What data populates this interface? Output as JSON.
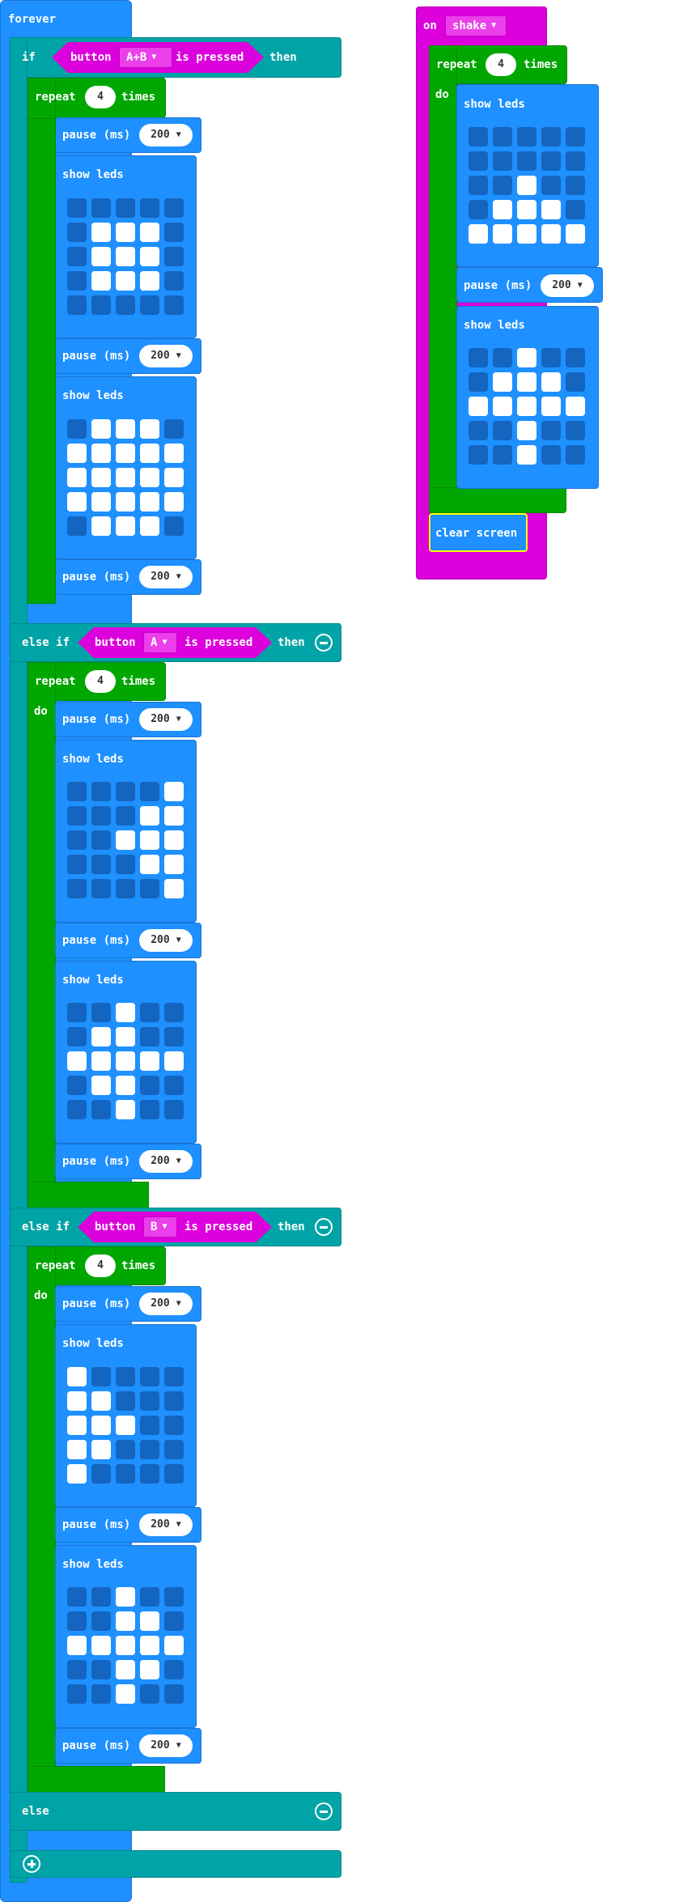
{
  "forever": {
    "label": "forever"
  },
  "on_shake": {
    "on_label": "on",
    "gesture": "shake"
  },
  "if_block": {
    "if_label": "if",
    "else_if_label": "else if",
    "else_label": "else",
    "then_label": "then"
  },
  "button_cond": {
    "prefix": "button",
    "suffix": "is pressed",
    "ab": "A+B",
    "a": "A",
    "b": "B"
  },
  "repeat": {
    "label": "repeat",
    "times_label": "times",
    "do_label": "do",
    "count": "4"
  },
  "pause": {
    "label": "pause (ms)",
    "value": "200"
  },
  "show_leds": {
    "label": "show leds"
  },
  "clear_screen": {
    "label": "clear screen"
  },
  "colors": {
    "loops": "#1e90ff",
    "logic": "#00a4a6",
    "repeat": "#00a700",
    "input": "#dc00dc",
    "led_off": "#1465c0",
    "led_on": "#ffffff",
    "selected": "#ffff00"
  },
  "icons": {
    "dropdown": "caret-down-icon",
    "remove": "minus-circle-icon",
    "add": "plus-circle-icon"
  },
  "led_patterns": {
    "ab_1": [
      "00000",
      "01110",
      "01110",
      "01110",
      "00000"
    ],
    "ab_2": [
      "01110",
      "11111",
      "11111",
      "11111",
      "01110"
    ],
    "a_1": [
      "00001",
      "00011",
      "00111",
      "00011",
      "00001"
    ],
    "a_2": [
      "00100",
      "01100",
      "11111",
      "01100",
      "00100"
    ],
    "b_1": [
      "10000",
      "11000",
      "11100",
      "11000",
      "10000"
    ],
    "b_2": [
      "00100",
      "00110",
      "11111",
      "00110",
      "00100"
    ],
    "shake_1": [
      "00000",
      "00000",
      "00100",
      "01110",
      "11111"
    ],
    "shake_2": [
      "00100",
      "01110",
      "11111",
      "00100",
      "00100"
    ]
  }
}
